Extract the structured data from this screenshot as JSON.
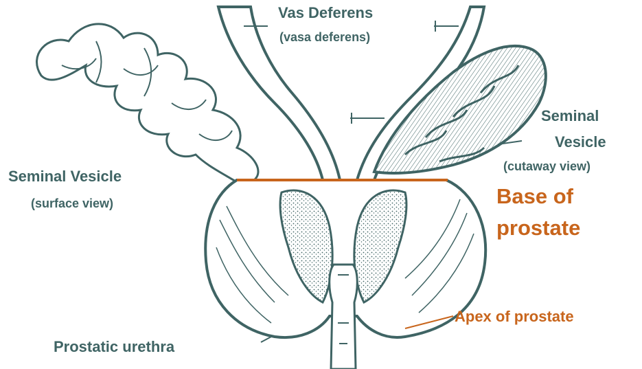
{
  "labels": {
    "vas_deferens": "Vas Deferens",
    "vas_deferens_plural": "(vasa deferens)",
    "seminal_vesicle_cutaway": "Seminal",
    "seminal_vesicle_cutaway_2": "Vesicle",
    "seminal_vesicle_cutaway_view": "(cutaway view)",
    "seminal_vesicle_surface": "Seminal Vesicle",
    "seminal_vesicle_surface_view": "(surface view)",
    "base_of_prostate_1": "Base of",
    "base_of_prostate_2": "prostate",
    "apex_of_prostate": "Apex of prostate",
    "prostatic_urethra": "Prostatic urethra"
  },
  "colors": {
    "ink": "#3f6464",
    "accent": "#c8651c",
    "background": "#ffffff"
  }
}
